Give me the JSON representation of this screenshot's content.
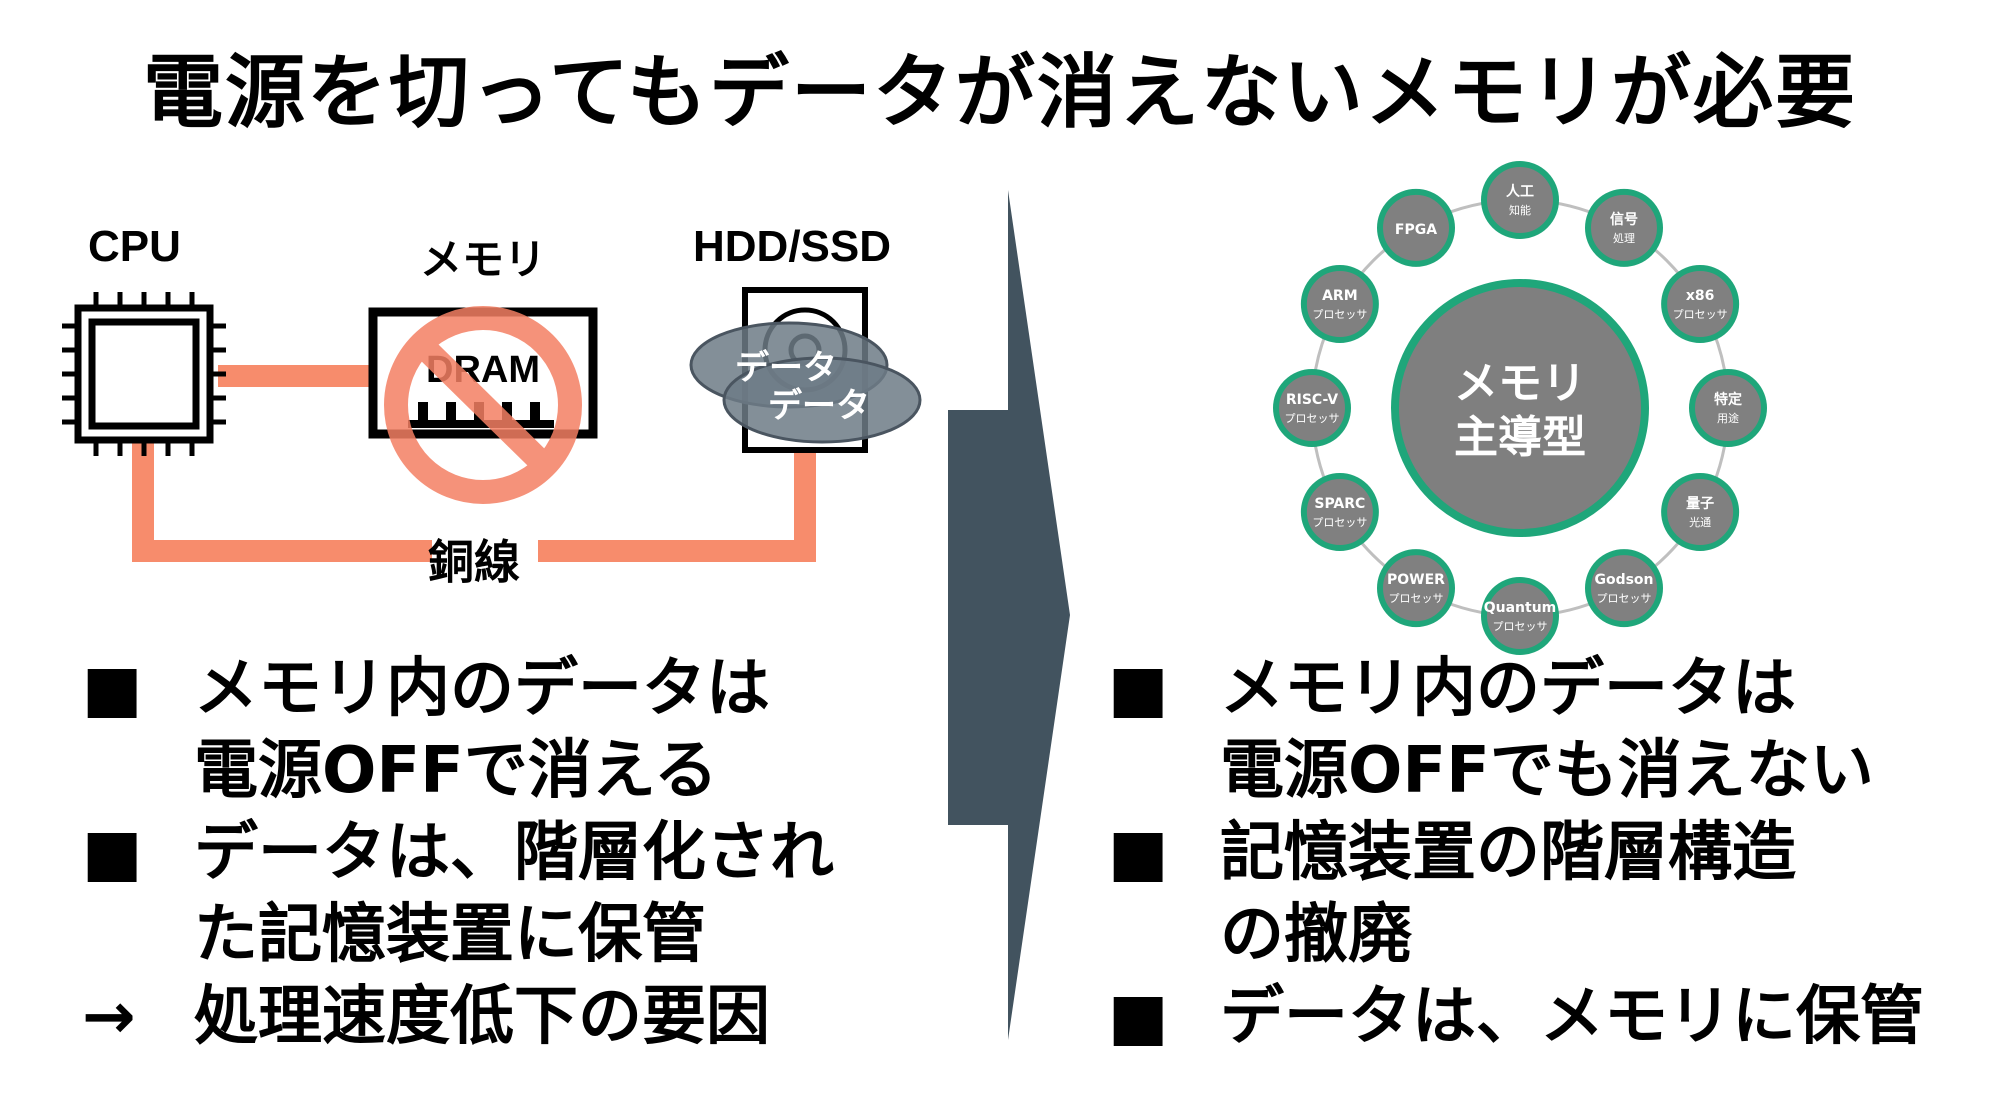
{
  "title": "電源を切ってもデータが消えないメモリが必要",
  "left_diagram": {
    "cpu_label": "CPU",
    "memory_label": "メモリ",
    "storage_label": "HDD/SSD",
    "dram_text": "DRAM",
    "data_label_1": "データ",
    "data_label_2": "データ",
    "wire_label": "銅線"
  },
  "right_diagram": {
    "center_line1": "メモリ",
    "center_line2": "主導型",
    "nodes": [
      {
        "line1": "人工",
        "line2": "知能"
      },
      {
        "line1": "信号",
        "line2": "処理"
      },
      {
        "line1": "x86",
        "line2": "プロセッサ"
      },
      {
        "line1": "特定",
        "line2": "用途"
      },
      {
        "line1": "量子",
        "line2": "光通"
      },
      {
        "line1": "Godson",
        "line2": "プロセッサ"
      },
      {
        "line1": "Quantum",
        "line2": "プロセッサ"
      },
      {
        "line1": "POWER",
        "line2": "プロセッサ"
      },
      {
        "line1": "SPARC",
        "line2": "プロセッサ"
      },
      {
        "line1": "RISC-V",
        "line2": "プロセッサ"
      },
      {
        "line1": "ARM",
        "line2": "プロセッサ"
      },
      {
        "line1": "FPGA",
        "line2": ""
      }
    ]
  },
  "left_bullets": {
    "mark": "■",
    "arrow": "→",
    "b1_line1": "メモリ内のデータは",
    "b1_line2": "電源OFFで消える",
    "b2_line1": "データは、階層化され",
    "b2_line2": "た記憶装置に保管",
    "b3_line1": "処理速度低下の要因"
  },
  "right_bullets": {
    "mark": "■",
    "b1_line1": "メモリ内のデータは",
    "b1_line2": "電源OFFでも消えない",
    "b2_line1": "記憶装置の階層構造",
    "b2_line2": "の撤廃",
    "b3_line1": "データは、メモリに保管"
  },
  "colors": {
    "wire": "#f78c6c",
    "prohibit": "#f47f63",
    "disk": "#6d7b86",
    "arrow": "#42535f",
    "hub": "#7f7f7f",
    "node": "#808080",
    "ring": "#1fa67a"
  }
}
